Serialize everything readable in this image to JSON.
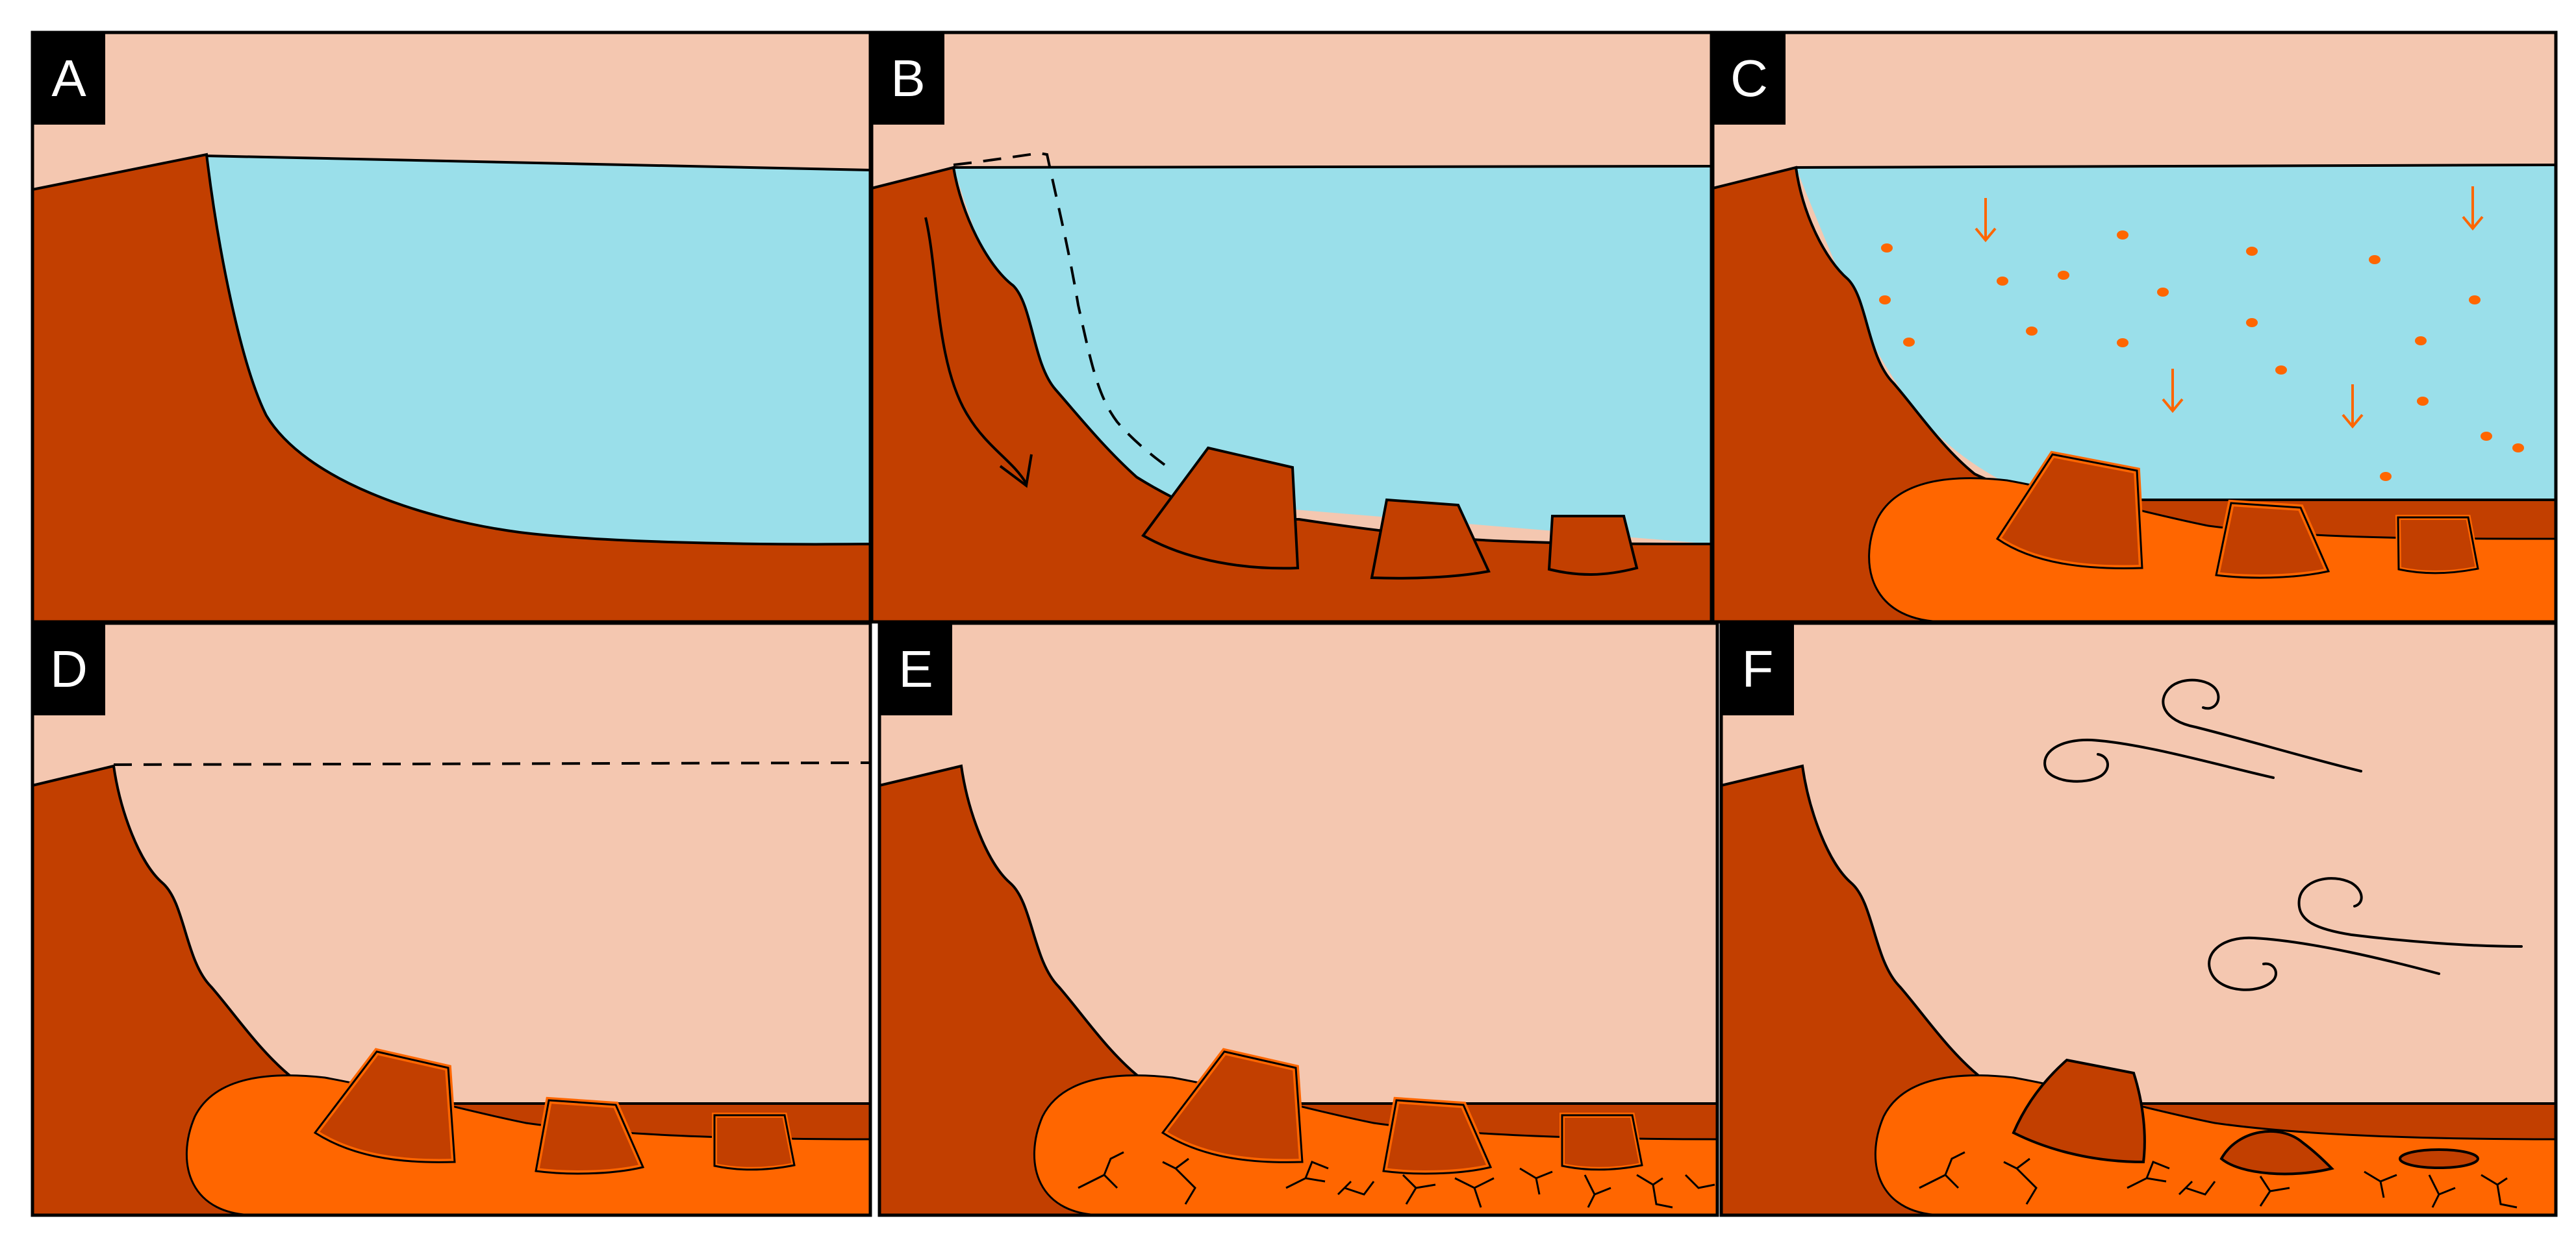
{
  "panels": [
    {
      "label": "A"
    },
    {
      "label": "B"
    },
    {
      "label": "C"
    },
    {
      "label": "D"
    },
    {
      "label": "E"
    },
    {
      "label": "F"
    }
  ],
  "colors": {
    "sky": "#f4c7b0",
    "water": "#9adfea",
    "rock": "#c23f00",
    "sediment": "#ff6600",
    "outline": "#000000",
    "label_bg": "#000000",
    "label_text": "#ffffff"
  }
}
